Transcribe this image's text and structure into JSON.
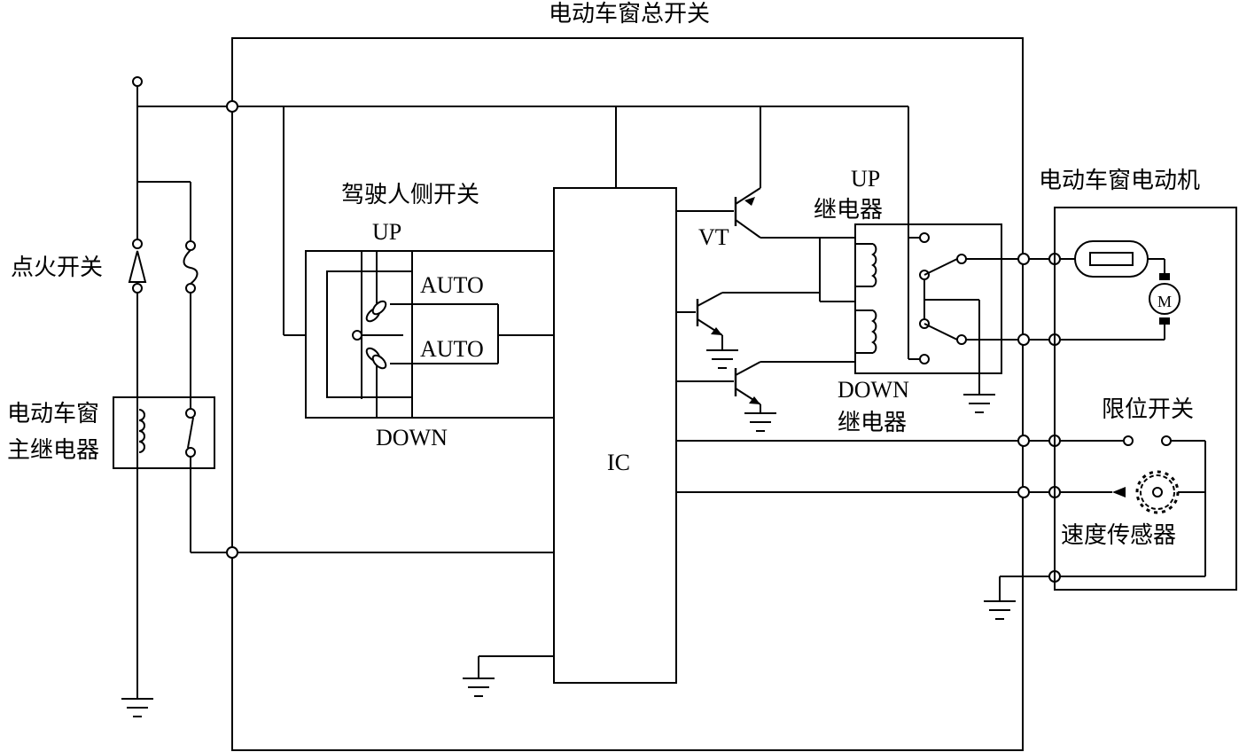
{
  "labels": {
    "master_switch_title": "电动车窗总开关",
    "driver_switch": "驾驶人侧开关",
    "up": "UP",
    "auto_up": "AUTO",
    "auto_down": "AUTO",
    "down": "DOWN",
    "ignition_switch": "点火开关",
    "main_relay_line1": "电动车窗",
    "main_relay_line2": "主继电器",
    "ic": "IC",
    "vt": "VT",
    "up_relay_line1": "UP",
    "up_relay_line2": "继电器",
    "down_relay_line1": "DOWN",
    "down_relay_line2": "继电器",
    "motor_title": "电动车窗电动机",
    "motor_symbol": "M",
    "limit_switch": "限位开关",
    "speed_sensor": "速度传感器"
  }
}
